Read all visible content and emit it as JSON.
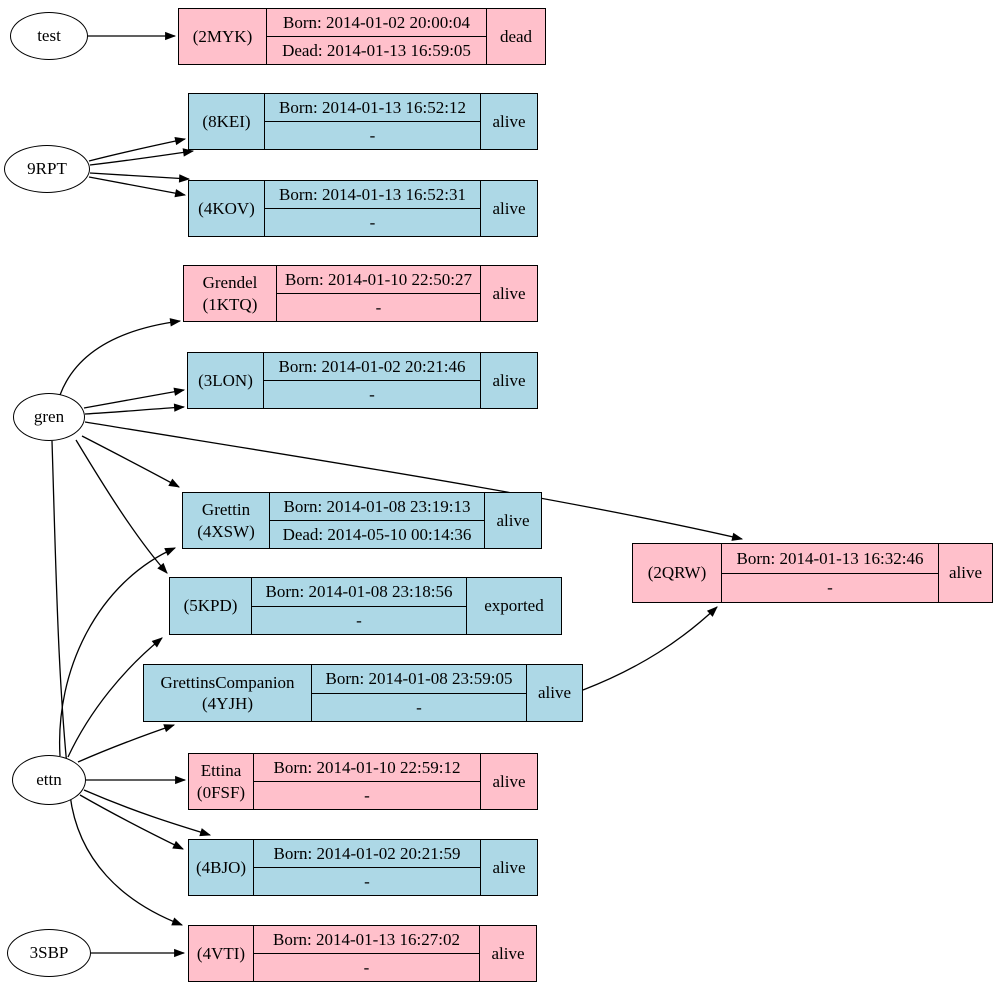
{
  "diagram": {
    "type": "pedigree-graph",
    "background": "#ffffff",
    "colors": {
      "pink_fill": "#ffc0cb",
      "blue_fill": "#add8e6",
      "node_stroke": "#000000",
      "edge_stroke": "#000000"
    }
  },
  "genomes": {
    "test": {
      "label": "test"
    },
    "g9rpt": {
      "label": "9RPT"
    },
    "gren": {
      "label": "gren"
    },
    "ettn": {
      "label": "ettn"
    },
    "g3sbp": {
      "label": "3SBP"
    }
  },
  "creatures": {
    "c2myk": {
      "name": "",
      "code": "(2MYK)",
      "row_born": "Born: 2014-01-02 20:00:04",
      "row_second": "Dead: 2014-01-13 16:59:05",
      "status": "dead",
      "color": "#ffc0cb"
    },
    "c8kei": {
      "name": "",
      "code": "(8KEI)",
      "row_born": "Born: 2014-01-13 16:52:12",
      "row_second": "-",
      "status": "alive",
      "color": "#add8e6"
    },
    "c4kov": {
      "name": "",
      "code": "(4KOV)",
      "row_born": "Born: 2014-01-13 16:52:31",
      "row_second": "-",
      "status": "alive",
      "color": "#add8e6"
    },
    "c1ktq": {
      "name": "Grendel",
      "code": "(1KTQ)",
      "row_born": "Born: 2014-01-10 22:50:27",
      "row_second": "-",
      "status": "alive",
      "color": "#ffc0cb"
    },
    "c3lon": {
      "name": "",
      "code": "(3LON)",
      "row_born": "Born: 2014-01-02 20:21:46",
      "row_second": "-",
      "status": "alive",
      "color": "#add8e6"
    },
    "c4xsw": {
      "name": "Grettin",
      "code": "(4XSW)",
      "row_born": "Born: 2014-01-08 23:19:13",
      "row_second": "Dead: 2014-05-10 00:14:36",
      "status": "alive",
      "color": "#add8e6"
    },
    "c5kpd": {
      "name": "",
      "code": "(5KPD)",
      "row_born": "Born: 2014-01-08 23:18:56",
      "row_second": "-",
      "status": "exported",
      "color": "#add8e6"
    },
    "c4yjh": {
      "name": "GrettinsCompanion",
      "code": "(4YJH)",
      "row_born": "Born: 2014-01-08 23:59:05",
      "row_second": "-",
      "status": "alive",
      "color": "#add8e6"
    },
    "c2qrw": {
      "name": "",
      "code": "(2QRW)",
      "row_born": "Born: 2014-01-13 16:32:46",
      "row_second": "-",
      "status": "alive",
      "color": "#ffc0cb"
    },
    "c0fsf": {
      "name": "Ettina",
      "code": "(0FSF)",
      "row_born": "Born: 2014-01-10 22:59:12",
      "row_second": "-",
      "status": "alive",
      "color": "#ffc0cb"
    },
    "c4bjo": {
      "name": "",
      "code": "(4BJO)",
      "row_born": "Born: 2014-01-02 20:21:59",
      "row_second": "-",
      "status": "alive",
      "color": "#add8e6"
    },
    "c4vti": {
      "name": "",
      "code": "(4VTI)",
      "row_born": "Born: 2014-01-13 16:27:02",
      "row_second": "-",
      "status": "alive",
      "color": "#ffc0cb"
    }
  },
  "edges": [
    {
      "from": "test",
      "to": "c2myk"
    },
    {
      "from": "g9rpt",
      "to": "c8kei"
    },
    {
      "from": "g9rpt",
      "to": "c8kei"
    },
    {
      "from": "g9rpt",
      "to": "c4kov"
    },
    {
      "from": "g9rpt",
      "to": "c4kov"
    },
    {
      "from": "gren",
      "to": "c1ktq"
    },
    {
      "from": "gren",
      "to": "c3lon"
    },
    {
      "from": "gren",
      "to": "c3lon"
    },
    {
      "from": "gren",
      "to": "c2qrw"
    },
    {
      "from": "gren",
      "to": "c4xsw"
    },
    {
      "from": "gren",
      "to": "c5kpd"
    },
    {
      "from": "gren",
      "to": "c4vti"
    },
    {
      "from": "ettn",
      "to": "c4xsw"
    },
    {
      "from": "ettn",
      "to": "c5kpd"
    },
    {
      "from": "ettn",
      "to": "c4yjh"
    },
    {
      "from": "ettn",
      "to": "c0fsf"
    },
    {
      "from": "ettn",
      "to": "c4bjo"
    },
    {
      "from": "ettn",
      "to": "c4bjo"
    },
    {
      "from": "g3sbp",
      "to": "c4vti"
    },
    {
      "from": "c4yjh",
      "to": "c2qrw"
    }
  ]
}
